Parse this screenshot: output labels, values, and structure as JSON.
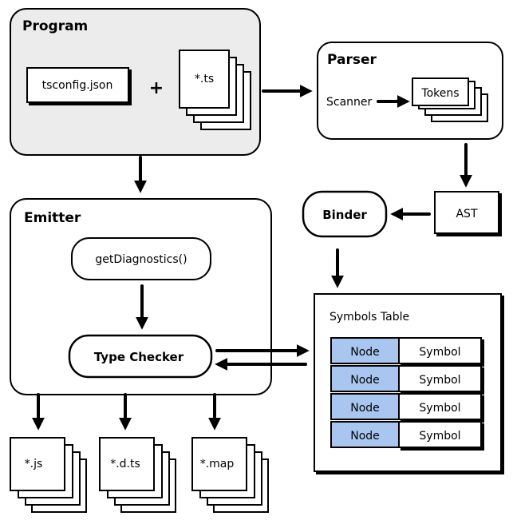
{
  "program": {
    "title": "Program",
    "tsconfig": "tsconfig.json",
    "plus": "+",
    "ts_files": "*.ts"
  },
  "parser": {
    "title": "Parser",
    "scanner": "Scanner",
    "tokens": "Tokens"
  },
  "ast": "AST",
  "binder": "Binder",
  "emitter": {
    "title": "Emitter",
    "get_diagnostics": "getDiagnostics()",
    "type_checker": "Type Checker"
  },
  "symbols_table": {
    "title": "Symbols Table",
    "rows": [
      {
        "node": "Node",
        "symbol": "Symbol"
      },
      {
        "node": "Node",
        "symbol": "Symbol"
      },
      {
        "node": "Node",
        "symbol": "Symbol"
      },
      {
        "node": "Node",
        "symbol": "Symbol"
      }
    ]
  },
  "outputs": {
    "js": "*.js",
    "dts": "*.d.ts",
    "map": "*.map"
  },
  "colors": {
    "program_fill": "#ececec",
    "node_cell": "#a8c6ef",
    "stroke": "#000000"
  }
}
